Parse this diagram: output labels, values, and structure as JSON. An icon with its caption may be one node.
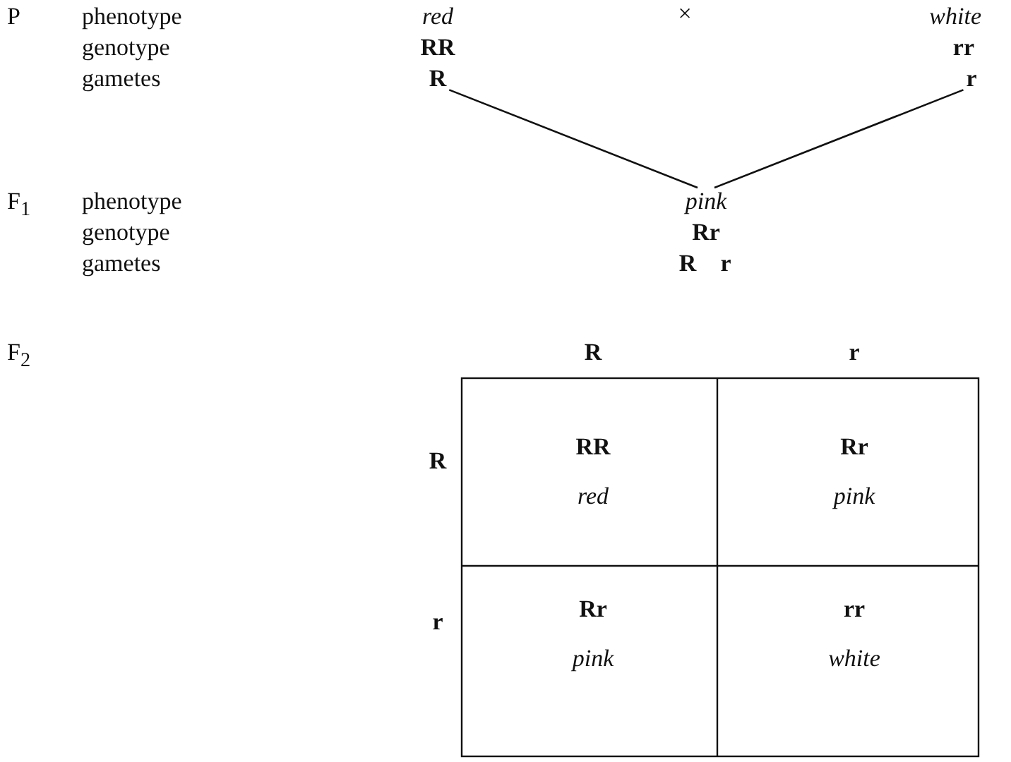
{
  "diagram": {
    "nodes": [
      {
        "text": [
          "R"
        ]
      },
      {
        "text": [
          "r"
        ]
      },
      {
        "text": [
          "pink"
        ]
      }
    ],
    "edges": [
      {
        "from": 0,
        "to": 2,
        "arrow": "none"
      },
      {
        "from": 1,
        "to": 2,
        "arrow": "none"
      }
    ],
    "labels": [
      "P",
      "phenotype",
      "red",
      "×",
      "white",
      "genotype",
      "RR",
      "rr",
      "gametes",
      "F$_{1}$",
      "phenotype",
      "genotype",
      "Rr",
      "gametes",
      "R",
      "r",
      "F$_{2}$",
      "R",
      "r",
      "R",
      "RR",
      "red",
      "Rr",
      "pink",
      "r",
      "Rr",
      "pink",
      "rr",
      "white"
    ]
  }
}
